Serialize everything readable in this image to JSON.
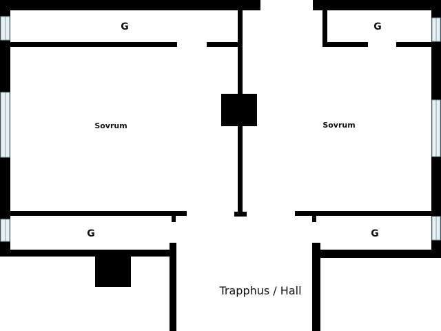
{
  "colors": {
    "wall": "#000000",
    "background": "#ffffff",
    "window_pane": "#e6f1f6",
    "window_frame": "#8aa0aa",
    "room_label": "#1a2f4d",
    "closet_label": "#111111",
    "hall_label": "#111111"
  },
  "labels": {
    "closet_top_left": "G",
    "closet_top_right": "G",
    "closet_bottom_left": "G",
    "closet_bottom_right": "G",
    "bedroom_left": "Sovrum",
    "bedroom_right": "Sovrum",
    "hall": "Trapphus / Hall"
  }
}
